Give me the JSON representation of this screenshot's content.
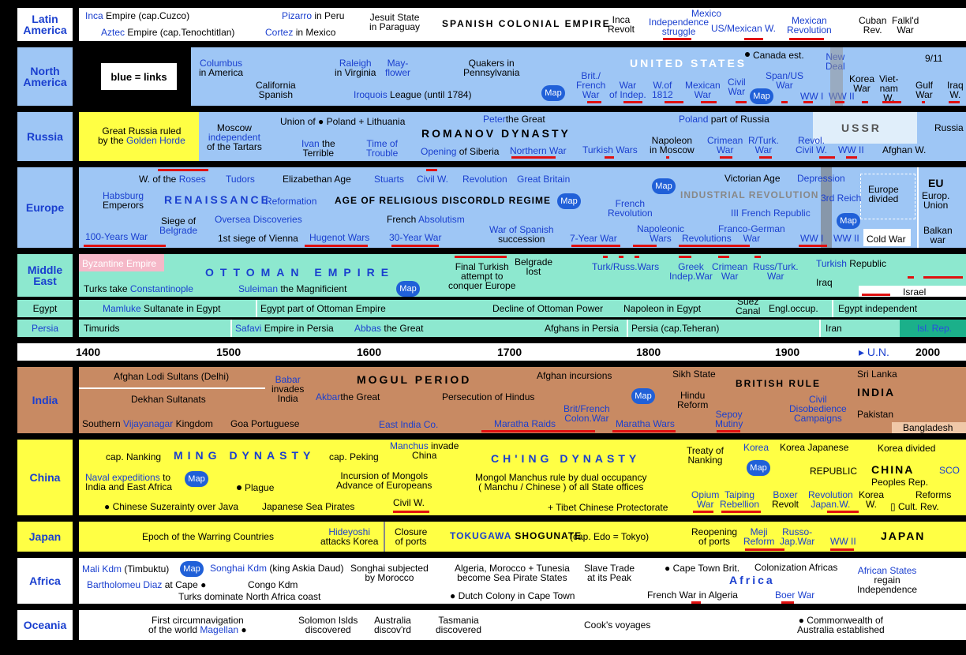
{
  "legend": "blue = links",
  "regions": {
    "latin_america": "Latin America",
    "north_america": "North America",
    "russia": "Russia",
    "europe": "Europe",
    "middle_east": "Middle East",
    "egypt": "Egypt",
    "persia": "Persia",
    "india": "India",
    "china": "China",
    "japan": "Japan",
    "africa": "Africa",
    "oceania": "Oceania"
  },
  "axis": {
    "years": [
      "1400",
      "1500",
      "1600",
      "1700",
      "1800",
      "1900",
      "2000"
    ],
    "un": "U.N."
  },
  "map_label": "Map",
  "latin": {
    "inca": "Inca",
    "inca_rest": "Empire (cap.Cuzco)",
    "aztec": "Aztec",
    "aztec_rest": "Empire (cap.Tenochtitlan)",
    "pizarro": "Pizarro",
    "pizarro_rest": "in Peru",
    "cortez": "Cortez",
    "cortez_rest": "in Mexico",
    "jesuit": "Jesuit State\nin Paraguay",
    "spanish": "SPANISH COLONIAL EMPIRE",
    "inca_revolt": "Inca\nRevolt",
    "independence": "Independence\nstruggle",
    "mexico": "Mexico",
    "usmex": "US/Mexican W.",
    "mexrev": "Mexican\nRevolution",
    "cuban": "Cuban\nRev.",
    "falkland": "Falkl'd\nWar"
  },
  "north": {
    "columbus": "Columbus",
    "columbus_rest": "in America",
    "california": "California\nSpanish",
    "raleigh": "Raleigh",
    "raleigh_rest": "in Virginia",
    "mayflower": "May-\nflower",
    "iroquois": "Iroquois",
    "iroquois_rest": "League (until 1784)",
    "quakers": "Quakers in\nPennsylvania",
    "brit_french": "Brit./\nFrench\nWar",
    "usa": "UNITED STATES",
    "war_indep": "War\nof Indep.",
    "w1812": "W.of\n1812",
    "mexican_war": "Mexican\nWar",
    "civil_war": "Civil\nWar",
    "canada": "Canada est.",
    "span_us": "Span/US\nWar",
    "ww1": "WW I",
    "ww2": "WW II",
    "new_deal": "New\nDeal",
    "korea": "Korea\nWar",
    "vietnam": "Viet-\nnam\nW.",
    "gulf": "Gulf\nWar",
    "iraq": "Iraq\nW.",
    "nine_eleven": "9/11"
  },
  "russia": {
    "horde1": "Great Russia ruled",
    "horde2": "by the",
    "horde3": "Golden Horde",
    "moscow1": "Moscow",
    "moscow2": "independent",
    "moscow3": "of the Tartars",
    "union": "Union of",
    "union_rest": "Poland + Lithuania",
    "ivan": "Ivan",
    "ivan_rest": "the\nTerrible",
    "trouble": "Time of\nTrouble",
    "peter": "Peter",
    "peter_rest": "the Great",
    "romanov": "ROMANOV DYNASTY",
    "opening": "Opening",
    "opening_rest": "of Siberia",
    "northern": "Northern War",
    "turkish": "Turkish Wars",
    "napoleon": "Napoleon\nin Moscow",
    "poland": "Poland",
    "poland_rest": "part of Russia",
    "crimean": "Crimean\nWar",
    "rturk": "R/Turk.\nWar",
    "revcivil": "Revol.\nCivil W.",
    "ww2": "WW II",
    "ussr": "USSR",
    "afghan": "Afghan W.",
    "russia": "Russia"
  },
  "europe": {
    "roses": "W. of the",
    "roses_link": "Roses",
    "tudors": "Tudors",
    "elizabeth": "Elizabethan Age",
    "stuarts": "Stuarts",
    "civilw": "Civil W.",
    "revolution": "Revolution",
    "gb": "Great Britain",
    "victorian": "Victorian Age",
    "depression": "Depression",
    "eu": "EU",
    "habsburg": "Habsburg",
    "habsburg_rest": "Emperors",
    "renaissance": "RENAISSANCE",
    "reformation": "Reformation",
    "religious": "AGE OF RELIGIOUS DISCORD",
    "old_regime": "OLD REGIME",
    "industrial": "INDUSTRIAL REVOLUTION",
    "third_reich": "3rd Reich",
    "divided": "Europe\ndivided",
    "eu_union": "Europ.\nUnion",
    "siege1": "Siege of",
    "siege2": "Belgrade",
    "oversea": "Oversea",
    "discoveries": "Discoveries",
    "french_abs": "French",
    "absolutism": "Absolutism",
    "french_rev": "French\nRevolution",
    "third_rep": "III French Republic",
    "hundred": "100-Years War",
    "vienna": "1st siege of Vienna",
    "huguenot": "Hugenot Wars",
    "thirty": "30-Year War",
    "spanish_succ1": "War of Spanish",
    "spanish_succ2": "succession",
    "seven": "7-Year War",
    "napoleonic": "Napoleonic\nWars",
    "revolutions": "Revolutions",
    "franco": "Franco-German\nWar",
    "ww1": "WW I",
    "ww2": "WW II",
    "cold": "Cold War",
    "balkan": "Balkan\nwar"
  },
  "middle": {
    "byzantine": "Byzantine Empire",
    "turks": "Turks take",
    "constantinople": "Constantinople",
    "ottoman": "OTTOMAN EMPIRE",
    "suleiman": "Suleiman",
    "suleiman_rest": "the Magnificient",
    "final": "Final Turkish\nattempt to\nconquer Europe",
    "belgrade": "Belgrade\nlost",
    "turkruss": "Turk/Russ.Wars",
    "greek": "Greek\nIndep.War",
    "crimean": "Crimean\nWar",
    "russturk": "Russ/Turk.\nWar",
    "turkish": "Turkish",
    "republic": "Republic",
    "iraq": "Iraq",
    "israel": "Israel"
  },
  "egypt": {
    "mamluke": "Mamluke",
    "mamluke_rest": "Sultanate in Egypt",
    "ottoman_part": "Egypt part of Ottoman Empire",
    "decline": "Decline of Ottoman Power",
    "napoleon": "Napoleon in Egypt",
    "suez": "Suez\nCanal",
    "engl": "Engl.occup.",
    "indep": "Egypt independent"
  },
  "persia": {
    "timurids": "Timurids",
    "safavi": "Safavi",
    "safavi_rest": "Empire in Persia",
    "abbas": "Abbas",
    "abbas_rest": "the Great",
    "afghans": "Afghans in Persia",
    "teheran": "Persia (cap.Teheran)",
    "iran": "Iran",
    "isl": "Isl. Rep."
  },
  "india": {
    "lodi": "Afghan Lodi Sultans (Delhi)",
    "babar": "Babar",
    "babar_rest": "invades\nIndia",
    "mogul": "MOGUL PERIOD",
    "afghan_inc": "Afghan incursions",
    "sikh": "Sikh State",
    "british": "BRITISH RULE",
    "srilanka": "Sri Lanka",
    "dekhan": "Dekhan Sultanats",
    "akbar": "Akbar",
    "akbar_rest": "the Great",
    "persecution": "Persecution of Hindus",
    "hindu": "Hindu\nReform",
    "india": "INDIA",
    "brit_french": "Brit/French\nColon.War",
    "civil": "Civil\nDisobedience\nCampaigns",
    "pakistan": "Pakistan",
    "southern": "Southern",
    "vijay": "Vijayanagar",
    "vijay_rest": "Kingdom",
    "goa": "Goa Portuguese",
    "eic": "East India Co.",
    "maratha_raids": "Maratha Raids",
    "maratha_wars": "Maratha Wars",
    "sepoy": "Sepoy\nMutiny",
    "bangladesh": "Bangladesh"
  },
  "china": {
    "nanking": "cap. Nanking",
    "ming": "MING DYNASTY",
    "peking": "cap. Peking",
    "manchus": "Manchus",
    "manchus_rest": "invade\nChina",
    "ching": "CH'ING DYNASTY",
    "treaty": "Treaty of\nNanking",
    "korea": "Korea",
    "korea_jap": "Korea Japanese",
    "korea_div": "Korea divided",
    "naval": "Naval expeditions",
    "naval_rest": "to",
    "naval2": "India and East Africa",
    "plague": "Plague",
    "mongols": "Incursion of Mongols\nAdvance of Europeans",
    "mongol_manchu": "Mongol Manchus rule by dual occupancy\n( Manchu / Chinese ) of all State offices",
    "republic": "REPUBLIC",
    "china": "CHINA",
    "sco": "SCO",
    "peoples": "Peoples Rep.",
    "suzerainty": "Chinese Suzerainty over Java",
    "pirates": "Japanese Sea Pirates",
    "civil": "Civil W.",
    "tibet": "+ Tibet Chinese Protectorate",
    "opium": "Opium\nWar",
    "taiping": "Taiping\nRebellion",
    "boxer": "Boxer",
    "boxer_rest": "Revolt",
    "revolution": "Revolution",
    "japanw": "Japan.W.",
    "koreawar": "Korea\nW.",
    "reforms": "Reforms",
    "cultrev": "Cult. Rev."
  },
  "japan": {
    "warring": "Epoch of the Warring Countries",
    "hideyoshi": "Hideyoshi",
    "hideyoshi_rest": "attacks Korea",
    "closure": "Closure\nof ports",
    "tokugawa": "TOKUGAWA",
    "shogunate": "SHOGUNATE",
    "edo": "(cap. Edo = Tokyo)",
    "reopening": "Reopening\nof ports",
    "meiji": "Meji\nReform",
    "russo": "Russo-\nJap.War",
    "ww2": "WW II",
    "japan": "JAPAN"
  },
  "africa": {
    "mali": "Mali Kdm",
    "mali_rest": "(Timbuktu)",
    "songhai": "Songhai Kdm",
    "songhai_rest": "(king Askia Daud)",
    "songhai_subj": "Songhai subjected\nby Morocco",
    "algeria": "Algeria, Morocco + Tunesia\nbecome Sea Pirate States",
    "slave": "Slave Trade\nat its Peak",
    "cape": "Cape Town Brit.",
    "colon": "Colonization Africas",
    "african_states": "African States",
    "african_rest": "regain\nIndependence",
    "diaz": "Bartholomeu Diaz",
    "diaz_rest": "at Cape",
    "congo": "Congo Kdm",
    "africa": "Africa",
    "turks": "Turks dominate North Africa coast",
    "dutch": "Dutch Colony in Cape Town",
    "french": "French War in Algeria",
    "boer": "Boer",
    "boer_rest": "War"
  },
  "oceania": {
    "circum": "First circumnavigation\nof the world",
    "magellan": "Magellan",
    "solomon": "Solomon Islds\ndiscovered",
    "australia": "Australia\ndiscov'rd",
    "tasmania": "Tasmania\ndiscovered",
    "cook": "Cook's voyages",
    "commonwealth": "Commonwealth of\nAustralia established"
  }
}
